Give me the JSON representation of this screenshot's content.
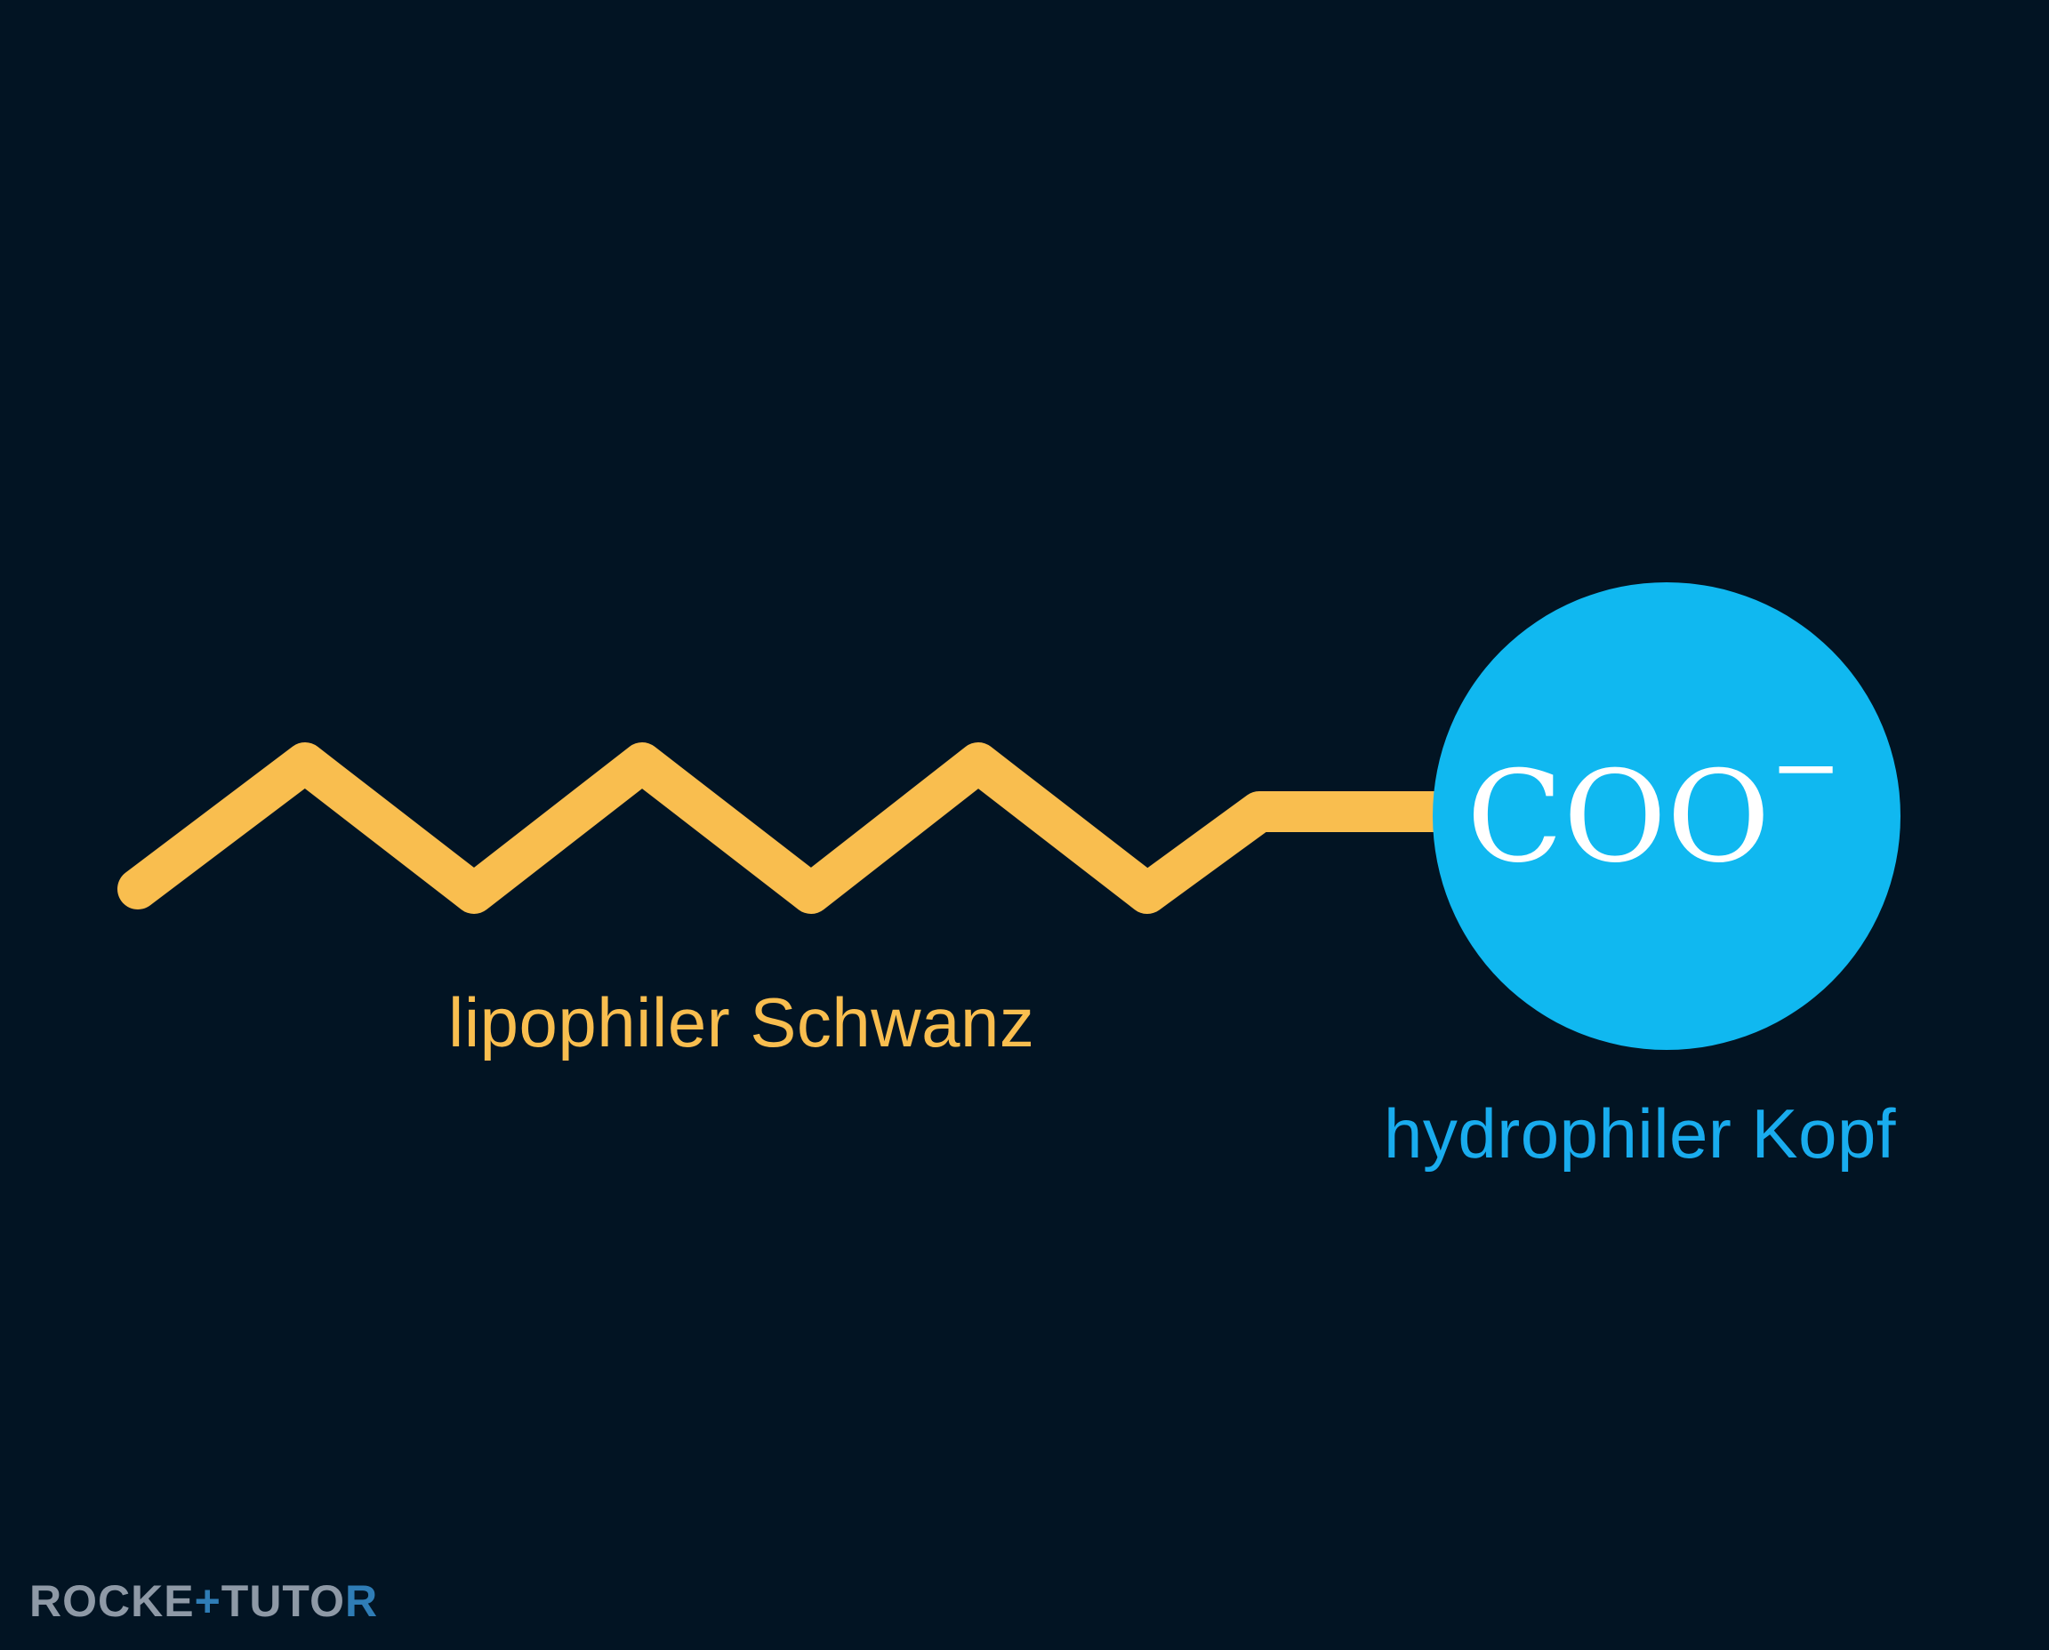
{
  "colors": {
    "background": "#021423",
    "tail": "#F9BE4F",
    "head": "#10B8F0",
    "head_label": "#19ACEE",
    "head_text": "#FFFFFF",
    "logo": "#8E99A6",
    "logo_accent": "#2F7DB6"
  },
  "head": {
    "formula": "COO",
    "charge": "−"
  },
  "labels": {
    "tail": "lipophiler Schwanz",
    "head": "hydrophiler Kopf"
  },
  "logo": {
    "part1": "ROCKE",
    "accent1": "+",
    "part2": "TUTO",
    "accent2": "R"
  }
}
